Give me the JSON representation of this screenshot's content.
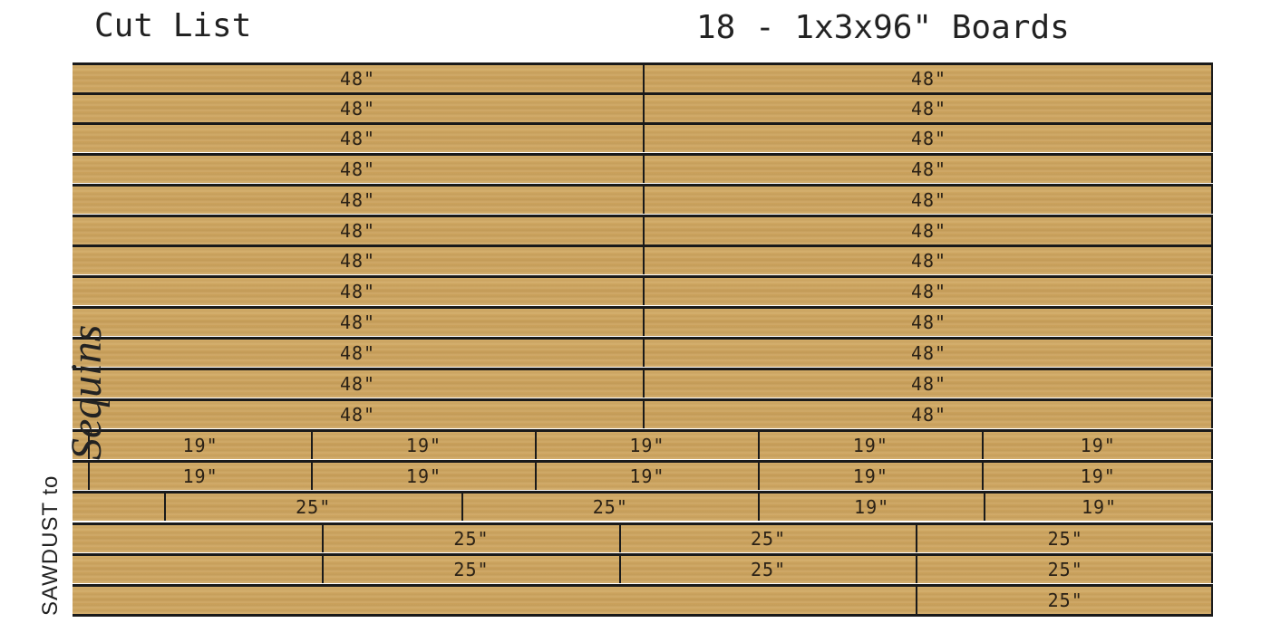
{
  "header": {
    "title": "Cut List",
    "subtitle": "18 - 1x3x96\" Boards"
  },
  "brand": {
    "line1": "SAWDUST to",
    "line2": "Sequins"
  },
  "colors": {
    "wood": "#cfa562",
    "cut_line": "#1a1a1a",
    "background": "#ffffff"
  },
  "boards": [
    {
      "pieces": [
        "48\"",
        "48\""
      ]
    },
    {
      "pieces": [
        "48\"",
        "48\""
      ]
    },
    {
      "pieces": [
        "48\"",
        "48\""
      ]
    },
    {
      "pieces": [
        "48\"",
        "48\""
      ]
    },
    {
      "pieces": [
        "48\"",
        "48\""
      ]
    },
    {
      "pieces": [
        "48\"",
        "48\""
      ]
    },
    {
      "pieces": [
        "48\"",
        "48\""
      ]
    },
    {
      "pieces": [
        "48\"",
        "48\""
      ]
    },
    {
      "pieces": [
        "48\"",
        "48\""
      ]
    },
    {
      "pieces": [
        "48\"",
        "48\""
      ]
    },
    {
      "pieces": [
        "48\"",
        "48\""
      ]
    },
    {
      "pieces": [
        "48\"",
        "48\""
      ]
    },
    {
      "pieces": [
        "",
        "19\"",
        "19\"",
        "19\"",
        "19\"",
        "19\""
      ]
    },
    {
      "pieces": [
        "",
        "19\"",
        "19\"",
        "19\"",
        "19\"",
        "19\""
      ]
    },
    {
      "pieces": [
        "",
        "25\"",
        "25\"",
        "19\"",
        "19\""
      ]
    },
    {
      "pieces": [
        "",
        "25\"",
        "25\"",
        "25\""
      ]
    },
    {
      "pieces": [
        "",
        "25\"",
        "25\"",
        "25\""
      ]
    },
    {
      "pieces": [
        "",
        "25\""
      ]
    }
  ]
}
